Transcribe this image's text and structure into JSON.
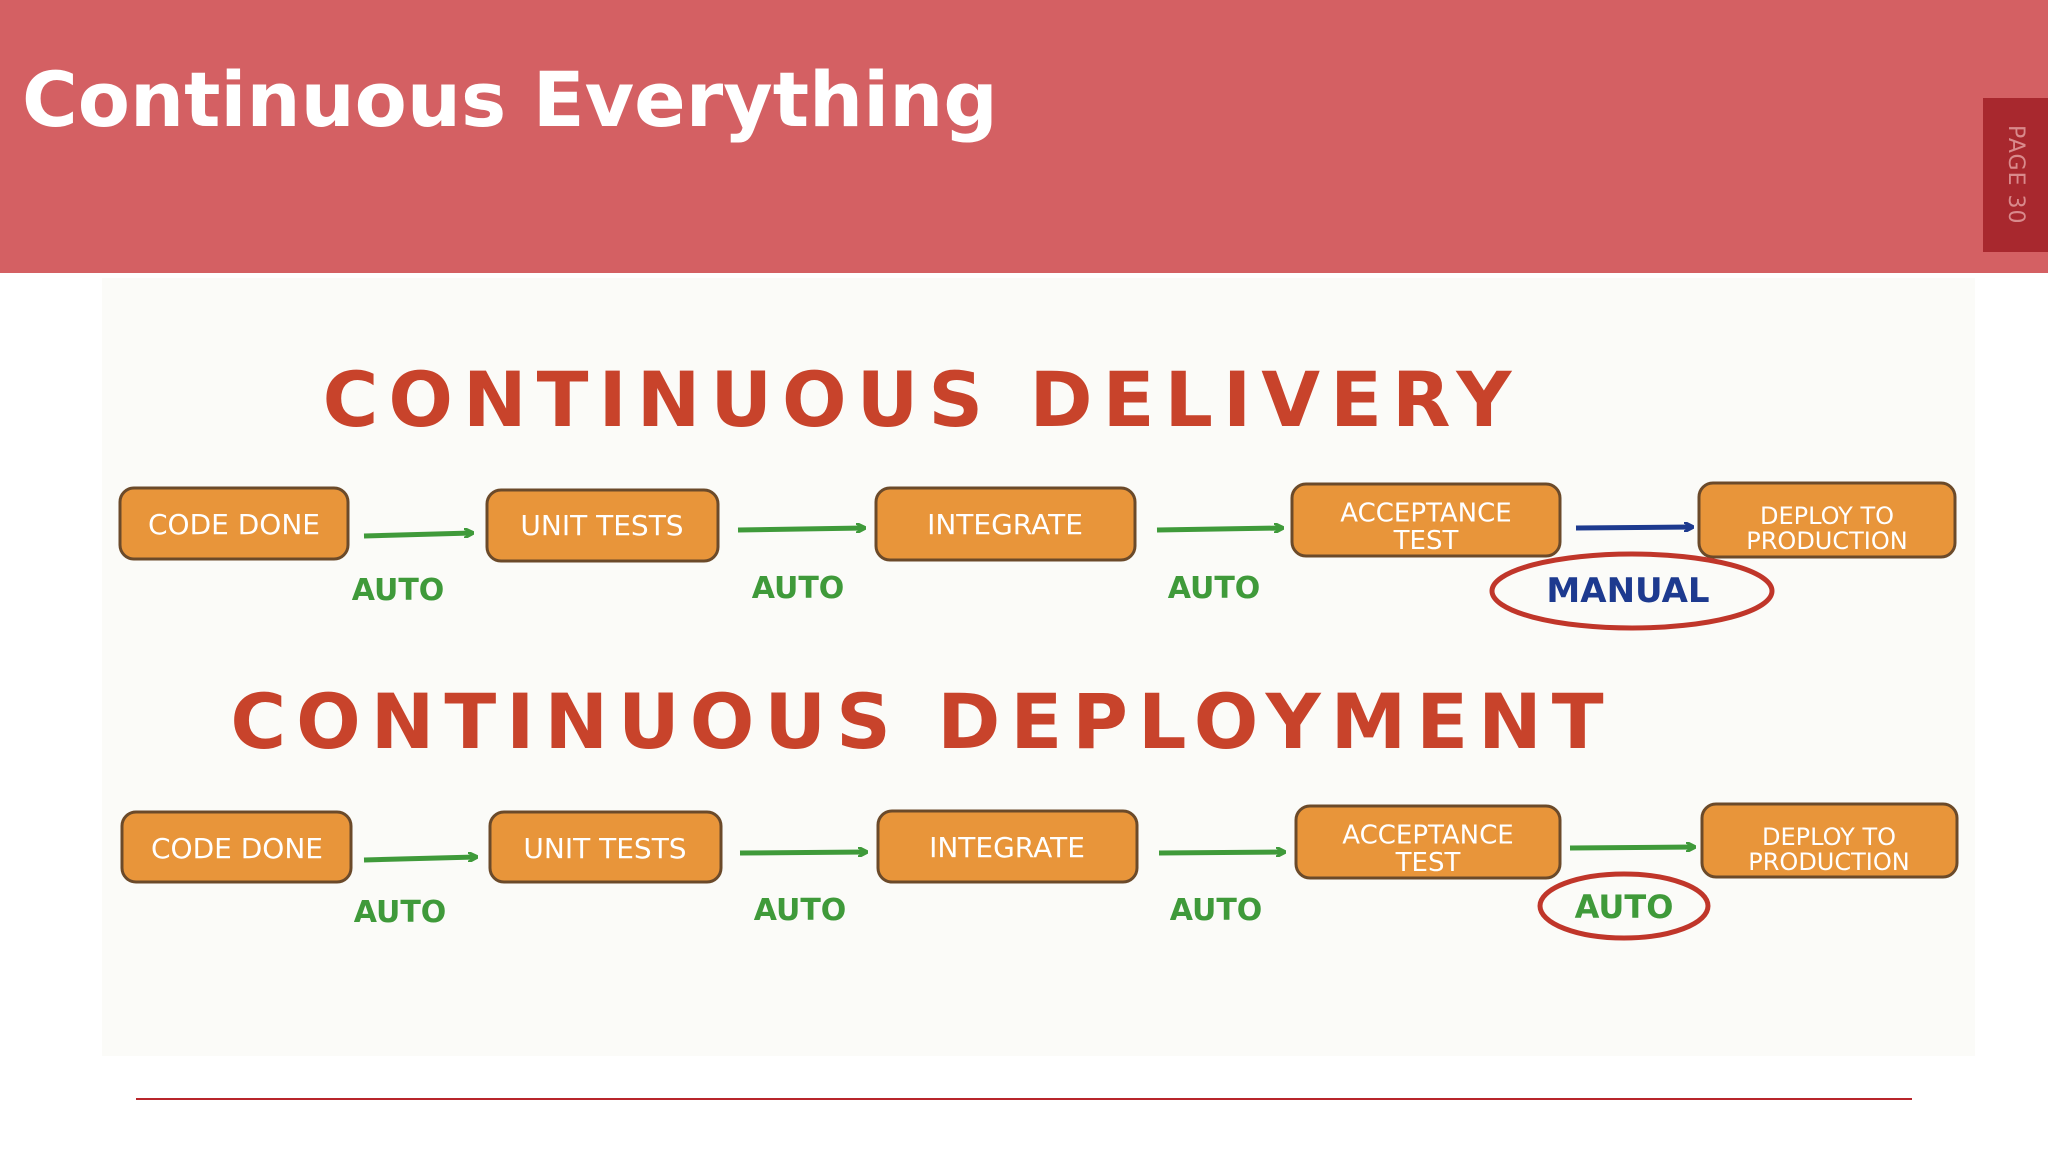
{
  "slide": {
    "title": "Continuous Everything",
    "page_label": "PAGE 30"
  },
  "diagram": {
    "sections": [
      {
        "heading": "CONTINUOUS DELIVERY",
        "steps": [
          "CODE DONE",
          "UNIT TESTS",
          "INTEGRATE",
          "ACCEPTANCE TEST",
          "DEPLOY TO PRODUCTION"
        ],
        "transitions": [
          "AUTO",
          "AUTO",
          "AUTO",
          "MANUAL"
        ]
      },
      {
        "heading": "CONTINUOUS DEPLOYMENT",
        "steps": [
          "CODE DONE",
          "UNIT TESTS",
          "INTEGRATE",
          "ACCEPTANCE TEST",
          "DEPLOY TO PRODUCTION"
        ],
        "transitions": [
          "AUTO",
          "AUTO",
          "AUTO",
          "AUTO"
        ]
      }
    ]
  },
  "colors": {
    "header_bg": "#d46063",
    "page_tab_bg": "#a8282e",
    "heading": "#c8432b",
    "box_fill": "#e8953a",
    "box_stroke": "#6b4a2a",
    "auto_green": "#3f9a3a",
    "manual_blue": "#1d3a8f",
    "circle_red": "#c0362a",
    "rule": "#b8252b"
  }
}
